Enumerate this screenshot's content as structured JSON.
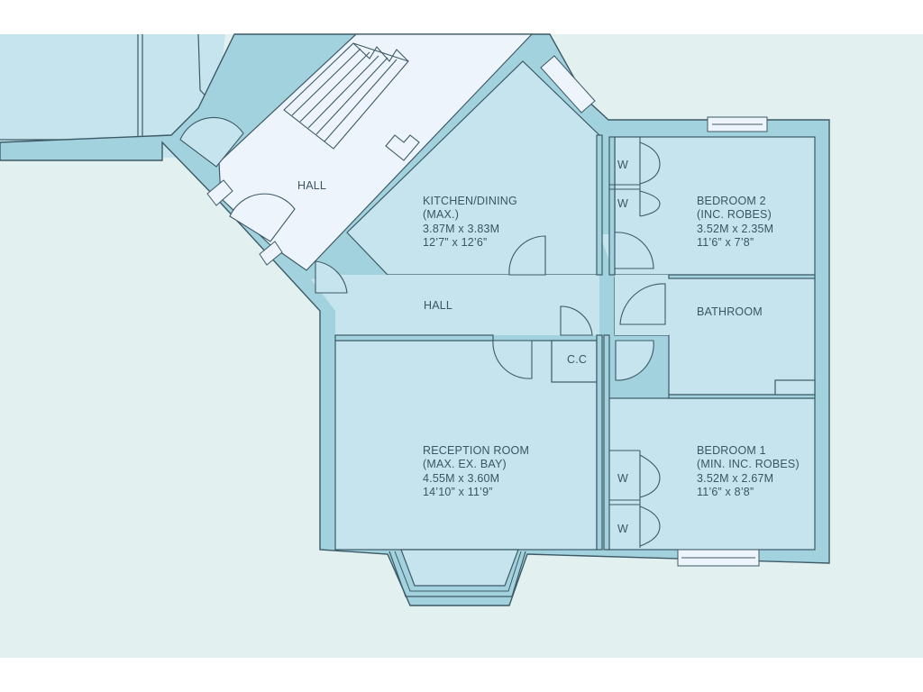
{
  "colors": {
    "page_background": "#ffffff",
    "outside_ground": "#e3f0f0",
    "room_fill": "#c5e4ee",
    "hall_fill": "#eef4fb",
    "wall_fill": "#a3d2df",
    "line": "#3d5a66"
  },
  "rooms": {
    "hall_upper": {
      "name": "HALL"
    },
    "hall_lower": {
      "name": "HALL"
    },
    "kitchen": {
      "name": "KITCHEN/DINING",
      "note": "(MAX.)",
      "metric": "3.87M x 3.83M",
      "imperial": "12’7” x 12’6”"
    },
    "bedroom2": {
      "name": "BEDROOM 2",
      "note": "(INC. ROBES)",
      "metric": "3.52M x 2.35M",
      "imperial": "11’6” x 7’8”"
    },
    "bathroom": {
      "name": "BATHROOM"
    },
    "cc": {
      "name": "C.C"
    },
    "reception": {
      "name": "RECEPTION ROOM",
      "note": "(MAX. EX. BAY)",
      "metric": "4.55M x 3.60M",
      "imperial": "14’10” x 11’9”"
    },
    "bedroom1": {
      "name": "BEDROOM 1",
      "note": "(MIN. INC. ROBES)",
      "metric": "3.52M x 2.67M",
      "imperial": "11’6” x 8’8”"
    }
  },
  "wardrobe_label": "W"
}
